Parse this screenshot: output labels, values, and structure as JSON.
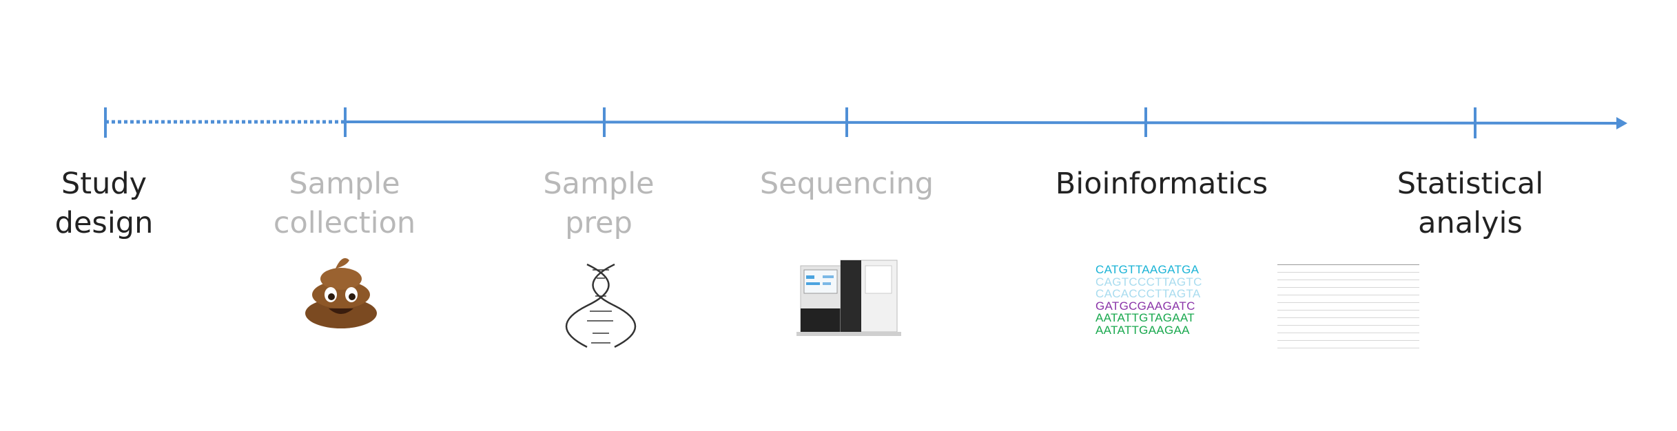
{
  "stages": [
    {
      "label": "Study\ndesign",
      "state": "active"
    },
    {
      "label": "Sample\ncollection",
      "state": "faded"
    },
    {
      "label": "Sample\nprep",
      "state": "faded"
    },
    {
      "label": "Sequencing",
      "state": "faded"
    },
    {
      "label": "Bioinformatics",
      "state": "active"
    },
    {
      "label": "Statistical\nanalyis",
      "state": "active"
    }
  ],
  "icons": {
    "sample_collection": "poop-emoji-icon",
    "sample_prep": "dna-helix-icon",
    "sequencing": "sequencer-machine-icon",
    "statistical_analysis": "data-table-icon"
  },
  "sequences": [
    {
      "text": "CATGTTAAGATGA",
      "color": "#1ab3d6"
    },
    {
      "text": "CAGTCCCTTAGTC",
      "color": "#a9dcef"
    },
    {
      "text": "CACACCCTTAGTA",
      "color": "#a9dcef"
    },
    {
      "text": "GATGCGAAGATC",
      "color": "#8a34a8"
    },
    {
      "text": "AATATTGTAGAAT",
      "color": "#19a84e"
    },
    {
      "text": "AATATTGAAGAA",
      "color": "#19a84e"
    }
  ],
  "colors": {
    "axis": "#4f8fd6",
    "active_text": "#222222",
    "faded_text": "#b8b8b8"
  }
}
